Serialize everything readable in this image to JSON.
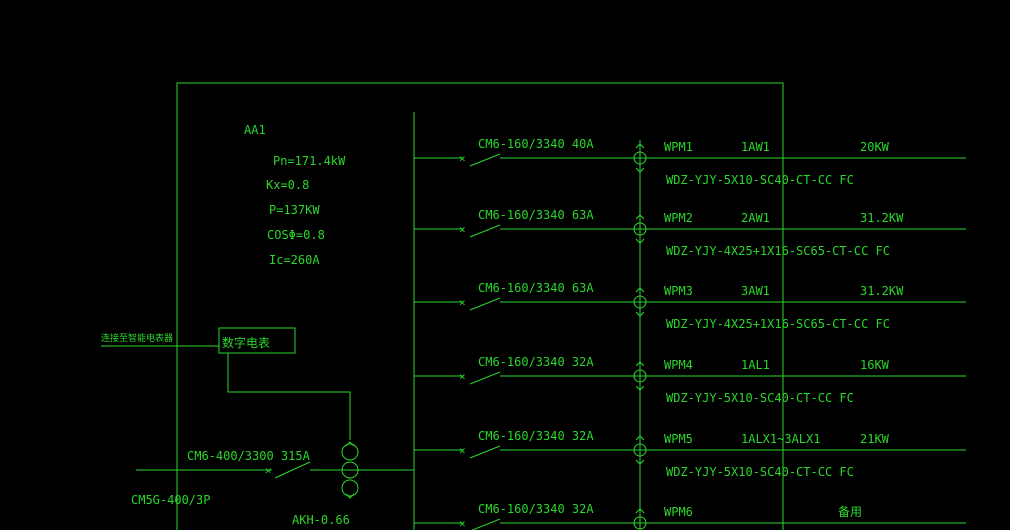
{
  "panel": {
    "name": "AA1",
    "params": [
      "Pn=171.4kW",
      "Kx=0.8",
      "P=137KW",
      "COSΦ=0.8",
      "Ic=260A"
    ]
  },
  "meter": {
    "label": "数字电表",
    "left_label": "连接至智能电表器"
  },
  "incoming": {
    "breaker": "CM6-400/3300 315A",
    "switch": "CM5G-400/3P",
    "ct": "AKH-0.66"
  },
  "circuits": [
    {
      "breaker": "CM6-160/3340 40A",
      "id": "WPM1",
      "target": "1AW1",
      "power": "20KW",
      "cable": "WDZ-YJY-5X10-SC40-CT-CC FC"
    },
    {
      "breaker": "CM6-160/3340 63A",
      "id": "WPM2",
      "target": "2AW1",
      "power": "31.2KW",
      "cable": "WDZ-YJY-4X25+1X16-SC65-CT-CC FC"
    },
    {
      "breaker": "CM6-160/3340 63A",
      "id": "WPM3",
      "target": "3AW1",
      "power": "31.2KW",
      "cable": "WDZ-YJY-4X25+1X16-SC65-CT-CC FC"
    },
    {
      "breaker": "CM6-160/3340 32A",
      "id": "WPM4",
      "target": "1AL1",
      "power": "16KW",
      "cable": "WDZ-YJY-5X10-SC40-CT-CC FC"
    },
    {
      "breaker": "CM6-160/3340 32A",
      "id": "WPM5",
      "target": "1ALX1~3ALX1",
      "power": "21KW",
      "cable": "WDZ-YJY-5X10-SC40-CT-CC FC"
    },
    {
      "breaker": "CM6-160/3340 32A",
      "id": "WPM6",
      "target": "",
      "power": "备用",
      "cable": ""
    }
  ],
  "colors": {
    "line": "#2bd62b",
    "background": "#000000"
  }
}
